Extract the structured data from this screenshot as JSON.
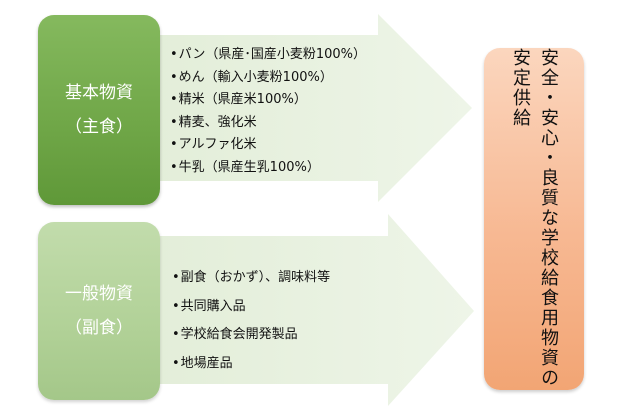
{
  "main_food": {
    "title": "基本物資",
    "subtitle": "（主食）",
    "items": [
      "パン（県産･国産小麦粉100%）",
      "めん（輸入小麦粉100%）",
      "精米（県産米100%）",
      "精麦、強化米",
      "アルファ化米",
      "牛乳（県産生乳100%）"
    ]
  },
  "side_food": {
    "title": "一般物資",
    "subtitle": "（副食）",
    "items": [
      "副食（おかず）、調味料等",
      "共同購入品",
      "学校給食会開発製品",
      "地場産品"
    ]
  },
  "result": {
    "text": "安全・安心・良質な学校給食用物資の安定供給"
  },
  "colors": {
    "main_green": "#6fa647",
    "light_green": "#b1d197",
    "arrow_fill": "#e9f2e1",
    "result_orange": "#f7b892"
  }
}
